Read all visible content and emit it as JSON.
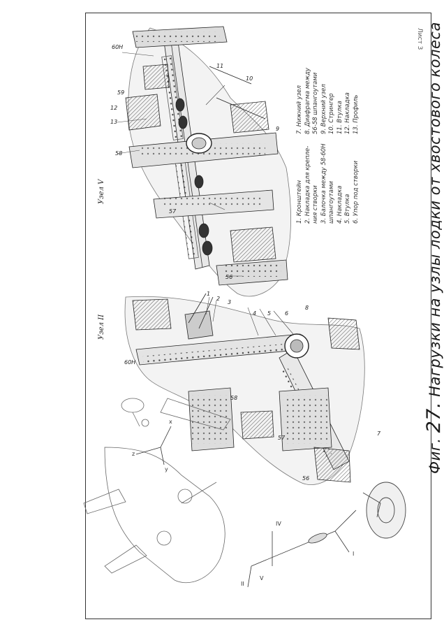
{
  "page_mark": "Лист 3",
  "title": {
    "prefix": "Фиг.",
    "number": "27.",
    "text": "Нагрузки на узлы лодки от хвостового колеса"
  },
  "node_labels": {
    "uzel_v": "Узел V",
    "uzel_ii": "Узел II"
  },
  "legend_left": [
    "1. Кронштейн",
    "2. Накладка для крепле-",
    "    ния створки",
    "3. Балочка между 58-60Н",
    "    шпангоутами",
    "4. Накладка",
    "5. Втулка",
    "6. Упор под створки"
  ],
  "legend_right": [
    "7. Нижний узел",
    "8. Диафрагма между",
    "    56-58 шпангоутами",
    "9. Верхний узел",
    "10. Стрингер",
    "11. Втулка",
    "12. Накладка",
    "13. Профиль"
  ],
  "callouts_upper": [
    "60Н",
    "59",
    "13",
    "12",
    "58",
    "9",
    "10",
    "11",
    "57",
    "56",
    "8"
  ],
  "callouts_lower": [
    "1",
    "2",
    "3",
    "4",
    "5",
    "6",
    "60Н",
    "58",
    "57",
    "56",
    "7"
  ],
  "axis_labels": [
    "x",
    "z",
    "y",
    "IV",
    "II",
    "V",
    "I"
  ]
}
